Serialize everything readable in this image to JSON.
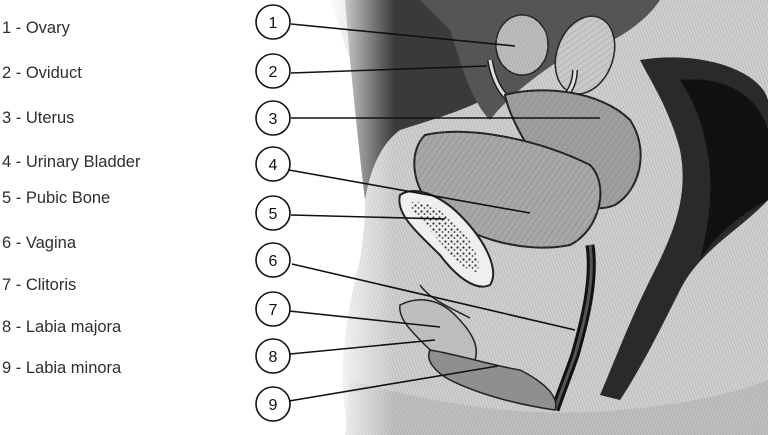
{
  "legend": {
    "items": [
      {
        "number": "1",
        "text": "1 - Ovary"
      },
      {
        "number": "2",
        "text": "2 - Oviduct"
      },
      {
        "number": "3",
        "text": "3 - Uterus"
      },
      {
        "number": "4",
        "text": "4 - Urinary Bladder"
      },
      {
        "number": "5",
        "text": "5 - Pubic Bone"
      },
      {
        "number": "6",
        "text": "6 - Vagina"
      },
      {
        "number": "7",
        "text": "7 - Clitoris"
      },
      {
        "number": "8",
        "text": "8 - Labia majora"
      },
      {
        "number": "9",
        "text": "9 - Labia minora"
      }
    ]
  },
  "callouts": [
    "1",
    "2",
    "3",
    "4",
    "5",
    "6",
    "7",
    "8",
    "9"
  ],
  "colors": {
    "text": "#2e2e2e",
    "leader_line": "#111111",
    "illustration_dark": "#3a3a3a",
    "illustration_light": "#d9d9d9"
  }
}
